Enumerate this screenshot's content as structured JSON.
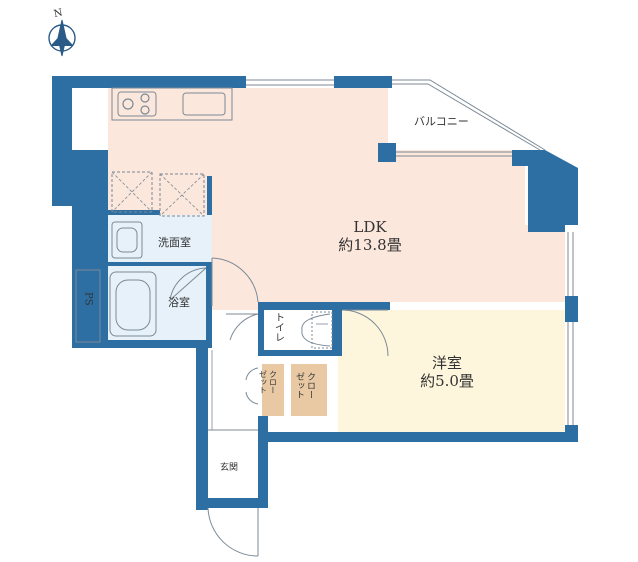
{
  "colors": {
    "wall": "#2e6fa3",
    "line": "#7c8a96",
    "ldk_floor": "#fbe7dc",
    "wet_floor": "#e6f1f9",
    "bedroom_floor": "#fdf6dc",
    "closet_floor": "#e8c9a4",
    "compass": "#2a5a88"
  },
  "compass": {
    "letter": "N",
    "icon": "compass-rose-icon"
  },
  "rooms": {
    "ldk": {
      "name": "LDK",
      "size": "約13.8畳"
    },
    "bedroom": {
      "name": "洋室",
      "size": "約5.0畳"
    },
    "balcony": "バルコニー",
    "washroom": "洗面室",
    "bathroom": "浴室",
    "toilet": "トイレ",
    "closet_a": "クロー\nゼット",
    "closet_b": "クロー\nゼット",
    "entrance": "玄関",
    "ps": "PS"
  }
}
